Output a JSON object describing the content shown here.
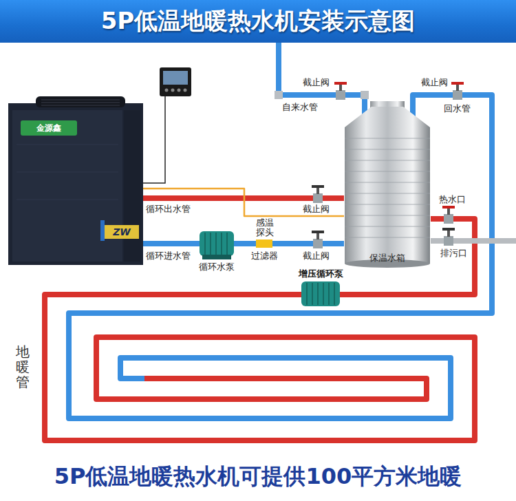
{
  "diagram": {
    "title": "5P低温地暖热水机安装示意图",
    "caption": "5P低温地暖热水机可提供100平方米地暖",
    "nodes": [
      {
        "text": [
          "金源鑫",
          "ZW"
        ]
      },
      {
        "text": [
          "保温水箱"
        ]
      },
      {
        "text": [
          "循环水泵"
        ]
      },
      {
        "text": [
          "过滤器"
        ]
      },
      {
        "text": [
          "增压循环泵"
        ]
      },
      {
        "text": [
          "地暖管"
        ]
      }
    ],
    "edges": [
      {
        "from": 0,
        "to": 1,
        "arrow": "none",
        "label": "循环出水管"
      },
      {
        "from": 0,
        "to": 1,
        "arrow": "none",
        "label": "感温 探头"
      },
      {
        "from": 1,
        "to": 3,
        "arrow": "none"
      },
      {
        "from": 3,
        "to": 2,
        "arrow": "none"
      },
      {
        "from": 2,
        "to": 0,
        "arrow": "none",
        "label": "循环进水管"
      },
      {
        "from": 1,
        "to": 4,
        "arrow": "none"
      },
      {
        "from": 4,
        "to": 5,
        "arrow": "none"
      },
      {
        "from": 5,
        "to": 1,
        "arrow": "none",
        "label": "回水管"
      }
    ],
    "labels": [
      "截止阀",
      "自来水管",
      "截止阀",
      "热水口",
      "截止阀",
      "截止阀",
      "排污口"
    ]
  }
}
